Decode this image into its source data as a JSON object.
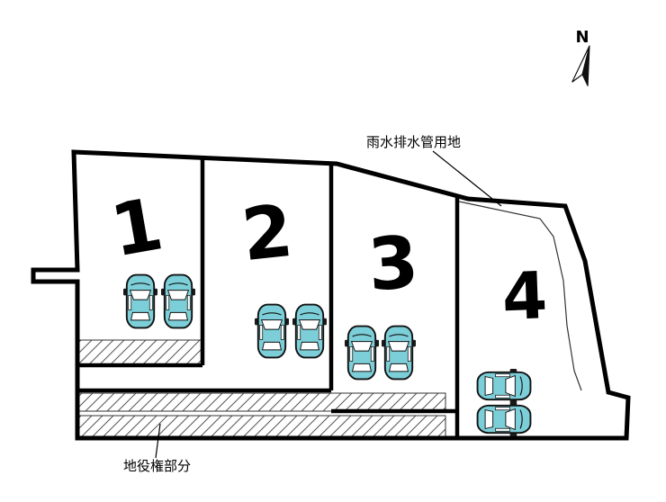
{
  "compass": {
    "label": "N"
  },
  "annotations": {
    "drainage_label": "雨水排水管用地",
    "easement_label": "地役権部分"
  },
  "lots": [
    {
      "number": "1",
      "cars": 2
    },
    {
      "number": "2",
      "cars": 2
    },
    {
      "number": "3",
      "cars": 2
    },
    {
      "number": "4",
      "cars": 2
    }
  ],
  "colors": {
    "outline": "#000000",
    "hatch": "#555555",
    "car_body": "#7ccfd8",
    "car_window": "#ffffff",
    "background": "#ffffff"
  }
}
